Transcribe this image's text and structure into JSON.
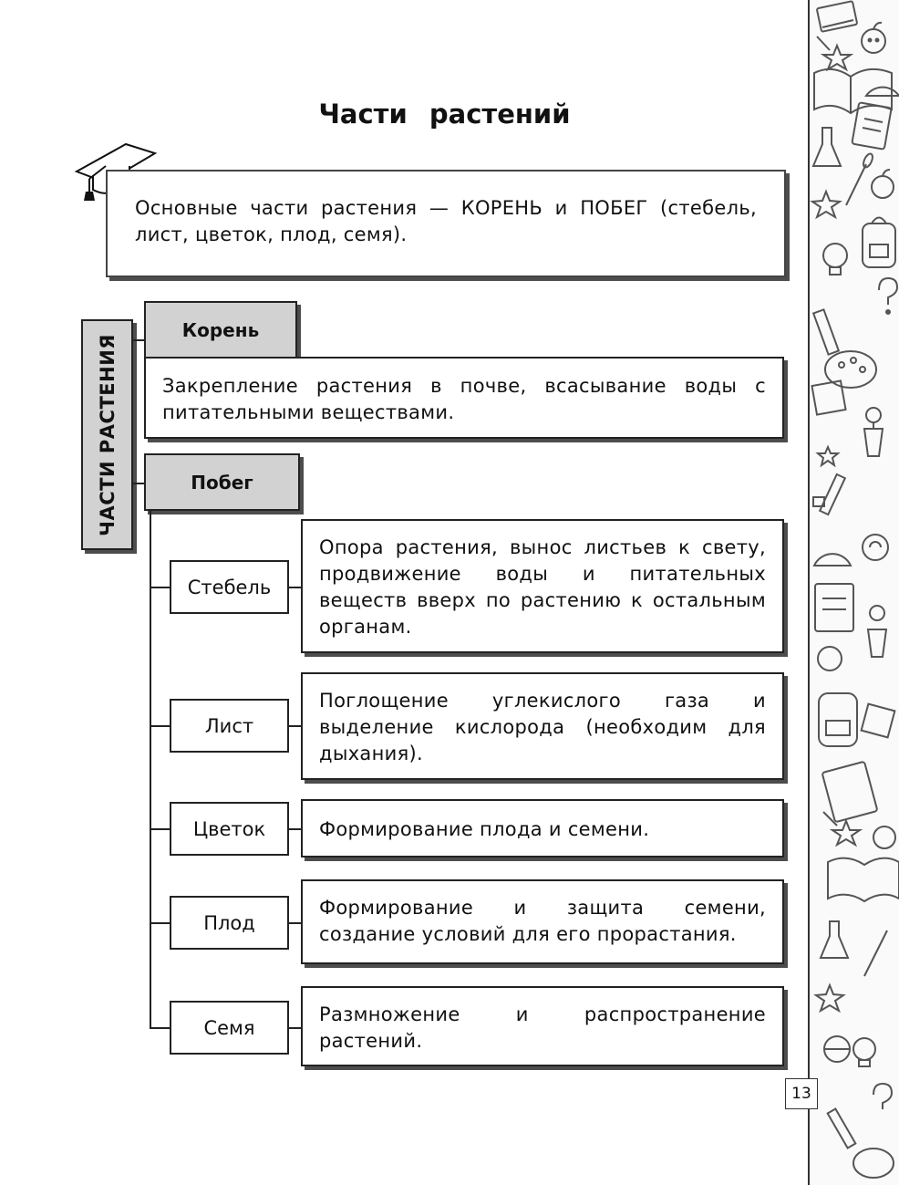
{
  "title": "Части растений",
  "intro": "Основные части растения — КОРЕНЬ и ПОБЕГ (стебель, лист, цветок, плод, семя).",
  "diagram": {
    "side_label": "ЧАСТИ РАСТЕНИЯ",
    "root": {
      "label": "Корень",
      "description": "Закрепление растения в почве, всасывание воды с питательными веществами."
    },
    "shoot": {
      "label": "Побег",
      "parts": [
        {
          "label": "Стебель",
          "description": "Опора растения, вынос листьев к свету, продвижение воды и питательных веществ вверх по растению к остальным органам."
        },
        {
          "label": "Лист",
          "description": "Поглощение углекислого газа и выделение кислорода (необходим для дыхания)."
        },
        {
          "label": "Цветок",
          "description": "Формирование плода и семени."
        },
        {
          "label": "Плод",
          "description": "Формирование и защита семени, создание условий для его прорастания."
        },
        {
          "label": "Семя",
          "description": "Размножение и распространение растений."
        }
      ]
    }
  },
  "page_number": "13",
  "icons": {
    "cap": "graduation-cap-icon",
    "strip": [
      "book-icon",
      "apple-icon",
      "shooting-star-icon",
      "open-book-icon",
      "protractor-icon",
      "flask-icon",
      "notebook-icon",
      "paintbrush-icon",
      "star-icon",
      "backpack-icon",
      "lightbulb-icon",
      "question-mark-icon",
      "pencil-icon",
      "palette-icon",
      "sticky-note-icon",
      "flower-pot-icon",
      "snail-icon",
      "globe-icon"
    ]
  }
}
